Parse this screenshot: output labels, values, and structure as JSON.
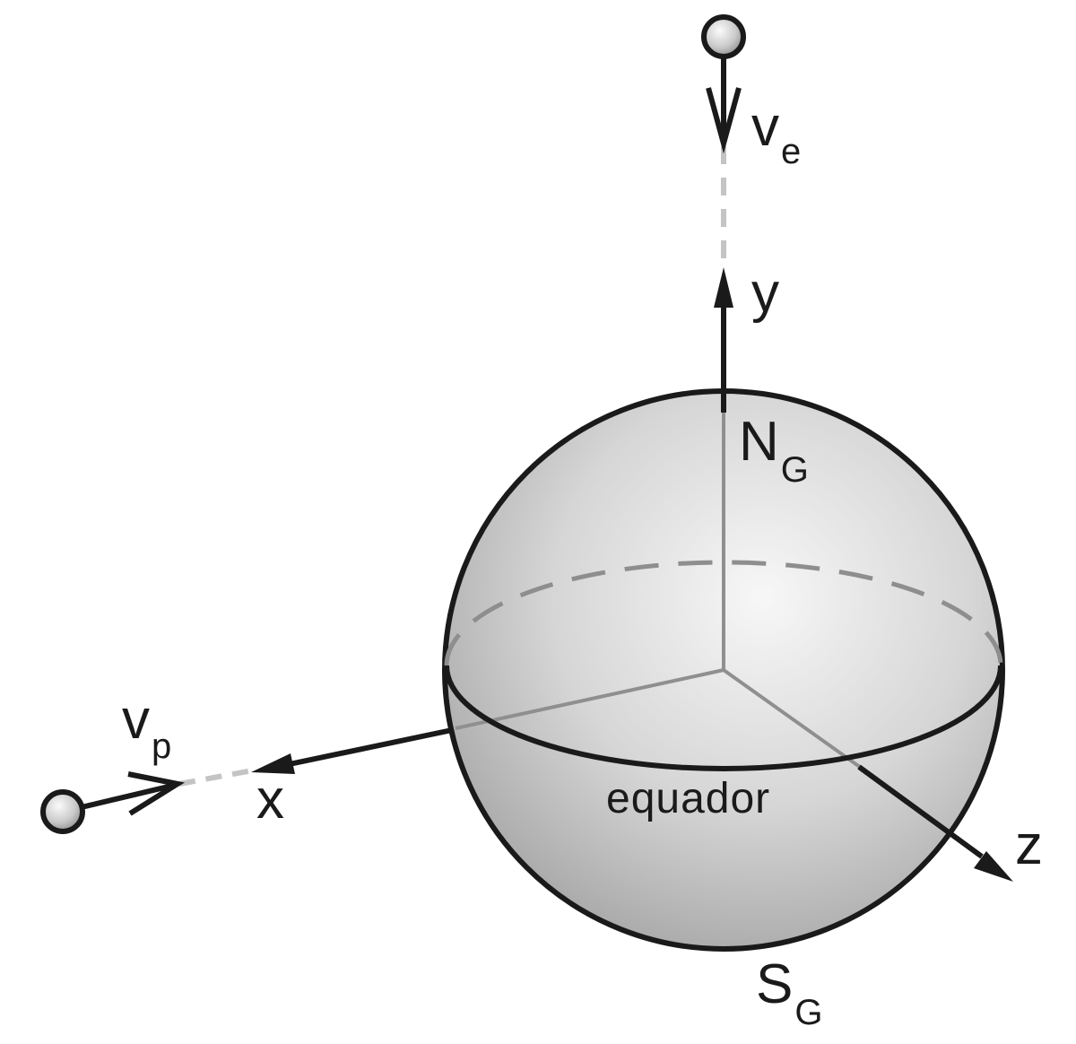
{
  "labels": {
    "ve_main": "v",
    "ve_sub": "e",
    "y_axis": "y",
    "north_main": "N",
    "north_sub": "G",
    "vp_main": "v",
    "vp_sub": "p",
    "x_axis": "x",
    "equator": "equador",
    "z_axis": "z",
    "south_main": "S",
    "south_sub": "G"
  },
  "colors": {
    "stroke": "#1a1a1a",
    "sphere_light": "#f4f4f4",
    "sphere_dark": "#a9a9a9",
    "dashed_hidden": "#8e8e8e",
    "dashed_path": "#c4c4c4",
    "inner_axis": "#8f8f8f"
  },
  "icons": {
    "particles": "ball-icon"
  }
}
